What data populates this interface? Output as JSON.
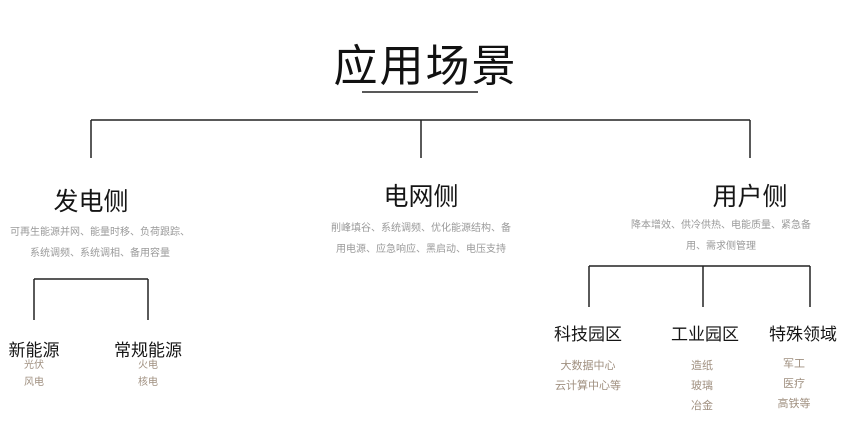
{
  "title": "应用场景",
  "branches": [
    {
      "name": "发电侧",
      "description": [
        "可再生能源并网、能量时移、负荷跟踪、",
        "系统调频、系统调相、备用容量"
      ],
      "children": [
        {
          "name": "新能源",
          "items": [
            "光伏",
            "风电"
          ]
        },
        {
          "name": "常规能源",
          "items": [
            "火电",
            "核电"
          ]
        }
      ]
    },
    {
      "name": "电网侧",
      "description": [
        "削峰填谷、系统调频、优化能源结构、备",
        "用电源、应急响应、黑启动、电压支持"
      ],
      "children": []
    },
    {
      "name": "用户侧",
      "description": [
        "降本增效、供冷供热、电能质量、紧急备",
        "用、需求侧管理"
      ],
      "children": [
        {
          "name": "科技园区",
          "items": [
            "大数据中心",
            "云计算中心等"
          ]
        },
        {
          "name": "工业园区",
          "items": [
            "造纸",
            "玻璃",
            "冶金"
          ]
        },
        {
          "name": "特殊领域",
          "items": [
            "军工",
            "医疗",
            "高铁等"
          ]
        }
      ]
    }
  ]
}
